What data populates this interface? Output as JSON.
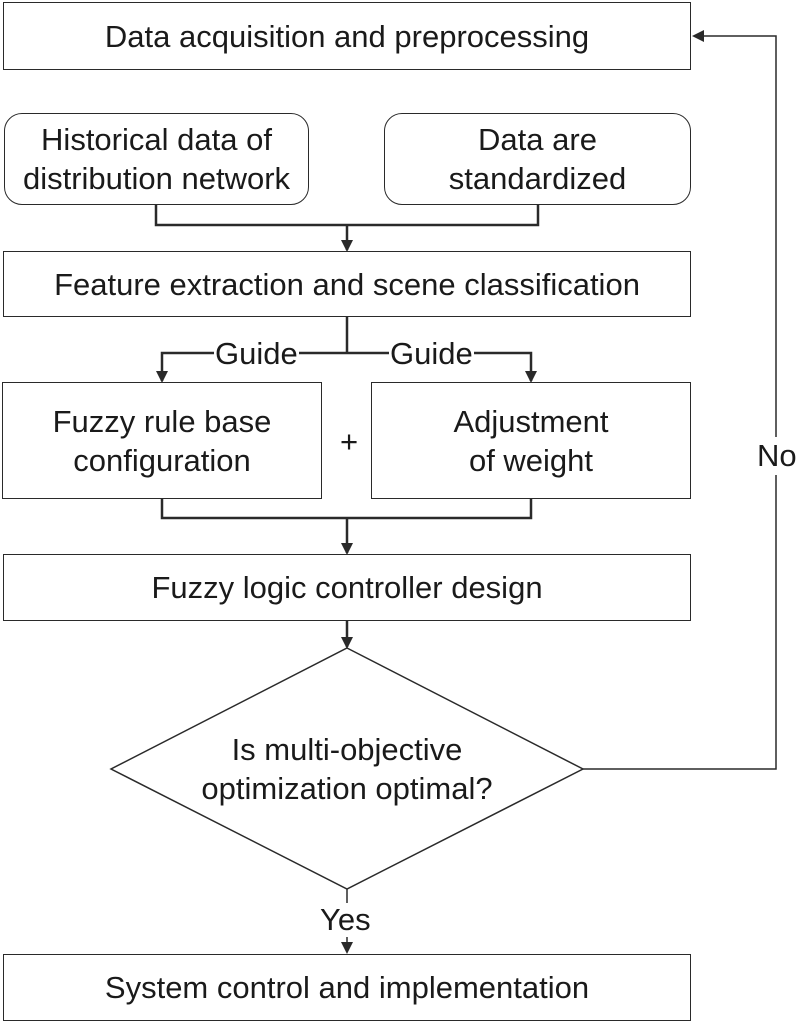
{
  "nodes": {
    "data_acquisition": "Data acquisition and preprocessing",
    "historical_data": {
      "line1": "Historical data of",
      "line2": "distribution network"
    },
    "data_standardized": {
      "line1": "Data are",
      "line2": "standardized"
    },
    "feature_extraction": "Feature extraction and scene classification",
    "fuzzy_rule_base": {
      "line1": "Fuzzy rule base",
      "line2": "configuration"
    },
    "adjustment_weight": {
      "line1": "Adjustment",
      "line2": "of weight"
    },
    "fuzzy_controller": "Fuzzy logic controller design",
    "decision": {
      "line1": "Is multi-objective",
      "line2": "optimization optimal?"
    },
    "system_control": "System control and implementation"
  },
  "labels": {
    "guide_left": "Guide",
    "guide_right": "Guide",
    "plus": "+",
    "no": "No",
    "yes": "Yes"
  },
  "colors": {
    "stroke": "#2a2a2a",
    "text": "#1a1a1a",
    "background": "#ffffff"
  }
}
